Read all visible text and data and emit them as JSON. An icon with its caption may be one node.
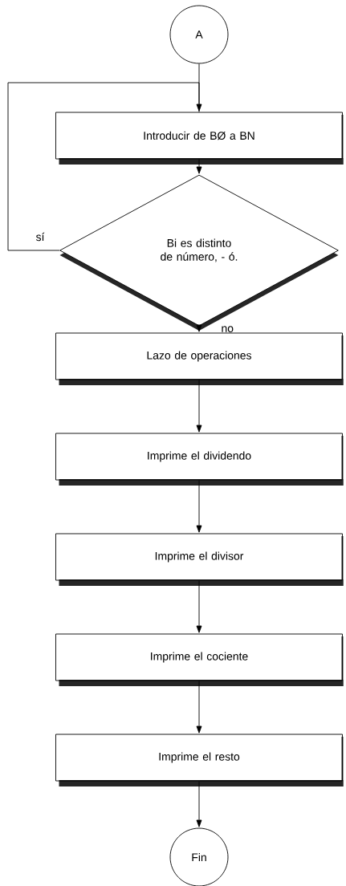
{
  "diagram": {
    "nodes": [
      {
        "text": [
          "A"
        ]
      },
      {
        "text": [
          "Introducir de BØ a BN"
        ]
      },
      {
        "text": [
          "Bi es distinto de número, - ó."
        ]
      },
      {
        "text": [
          "Lazo de operaciones"
        ]
      },
      {
        "text": [
          "Imprime el dividendo"
        ]
      },
      {
        "text": [
          "Imprime el divisor"
        ]
      },
      {
        "text": [
          "Imprime el cociente"
        ]
      },
      {
        "text": [
          "Imprime el resto"
        ]
      },
      {
        "text": [
          "Fin"
        ]
      }
    ],
    "edges": [
      {
        "from": 0,
        "to": 1,
        "arrow": "none"
      },
      {
        "from": 1,
        "to": 2,
        "arrow": "to"
      },
      {
        "from": 2,
        "to": 3,
        "arrow": "to",
        "label": "no"
      },
      {
        "from": 2,
        "to": 1,
        "arrow": "to",
        "label": "sí"
      },
      {
        "from": 3,
        "to": 4,
        "arrow": "to"
      },
      {
        "from": 4,
        "to": 5,
        "arrow": "to"
      },
      {
        "from": 5,
        "to": 6,
        "arrow": "to"
      },
      {
        "from": 6,
        "to": 7,
        "arrow": "to"
      },
      {
        "from": 7,
        "to": 8,
        "arrow": "to"
      }
    ]
  }
}
